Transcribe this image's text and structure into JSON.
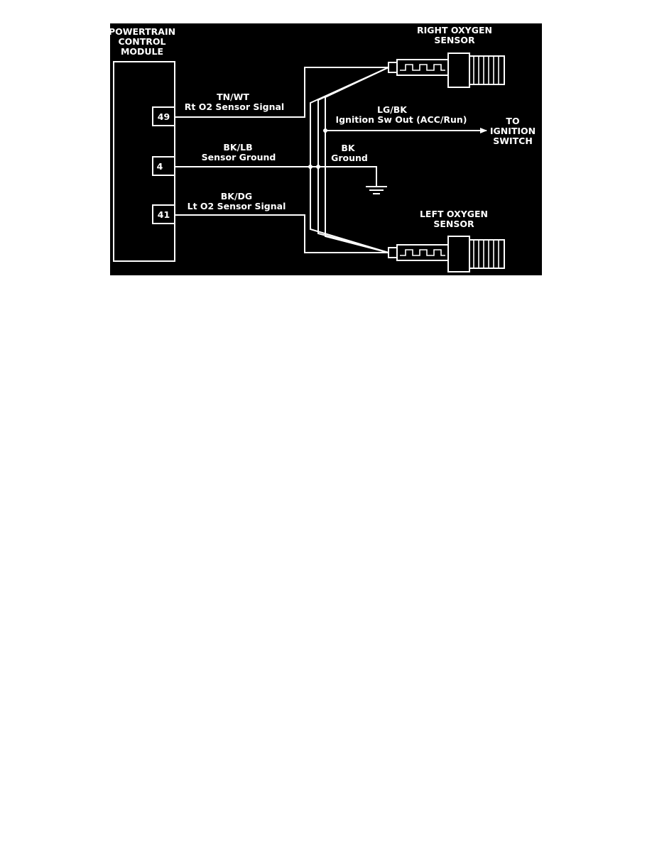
{
  "diagram": {
    "pcm_title": [
      "POWERTRAIN",
      "CONTROL",
      "MODULE"
    ],
    "pins": {
      "p49": "49",
      "p4": "4",
      "p41": "41"
    },
    "wires": {
      "rt_signal": {
        "color": "TN/WT",
        "label": "Rt O2 Sensor Signal"
      },
      "ground": {
        "color": "BK/LB",
        "label": "Sensor Ground"
      },
      "lt_signal": {
        "color": "BK/DG",
        "label": "Lt O2 Sensor Signal"
      },
      "ignition": {
        "color": "LG/BK",
        "label": "Ignition Sw Out (ACC/Run)"
      },
      "bk_ground": {
        "color": "BK",
        "label": "Ground"
      }
    },
    "right_sensor": [
      "RIGHT OXYGEN",
      "SENSOR"
    ],
    "left_sensor": [
      "LEFT OXYGEN",
      "SENSOR"
    ],
    "ignition_switch": [
      "TO",
      "IGNITION",
      "SWITCH"
    ]
  }
}
